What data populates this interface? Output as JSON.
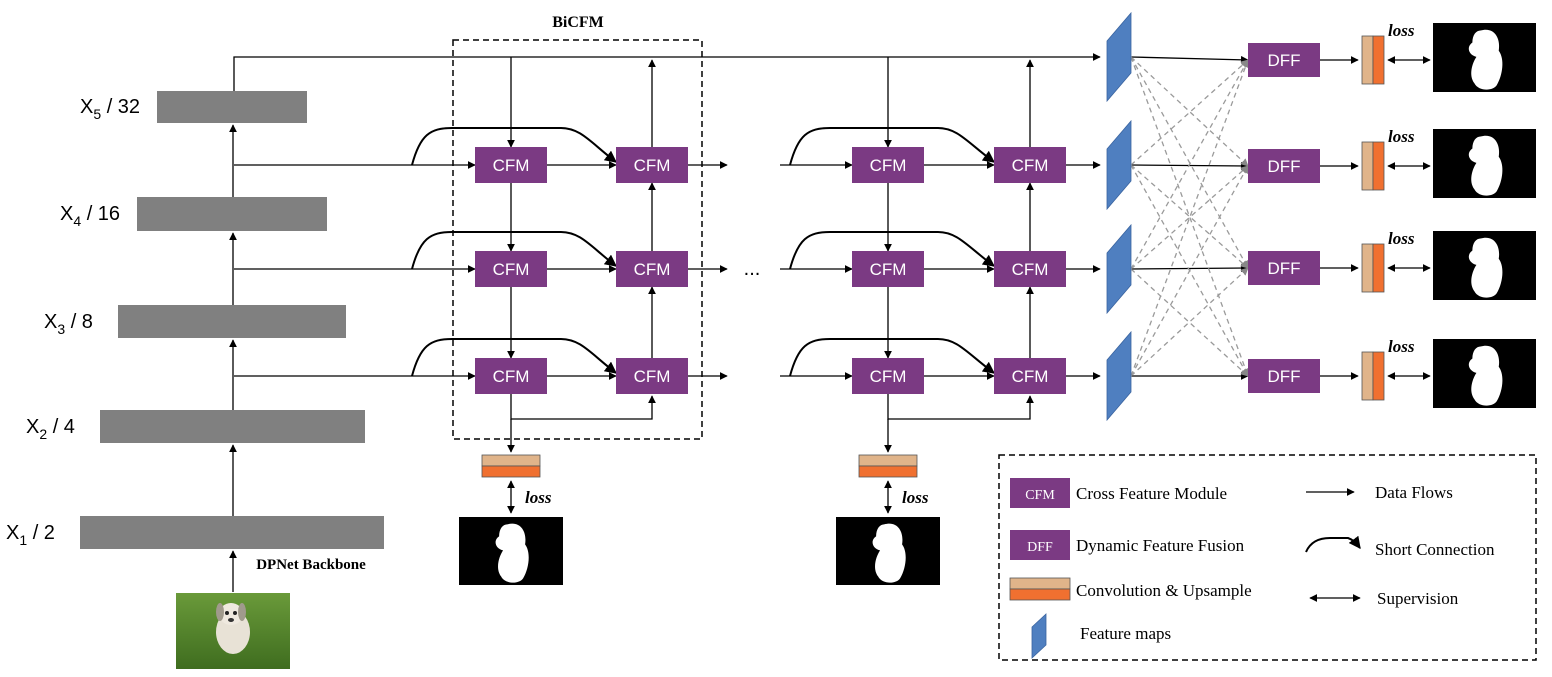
{
  "backbone": {
    "label": "DPNet Backbone",
    "layers": [
      {
        "base": "X",
        "sub": "5",
        "suffix": " / 32"
      },
      {
        "base": "X",
        "sub": "4",
        "suffix": " / 16"
      },
      {
        "base": "X",
        "sub": "3",
        "suffix": " / 8"
      },
      {
        "base": "X",
        "sub": "2",
        "suffix": " / 4"
      },
      {
        "base": "X",
        "sub": "1",
        "suffix": " / 2"
      }
    ]
  },
  "bicfm": {
    "title": "BiCFM"
  },
  "blocks": {
    "cfm": "CFM",
    "dff": "DFF"
  },
  "ellipsis": "...",
  "loss": "loss",
  "legend": {
    "items": [
      {
        "box": "CFM",
        "text": "Cross Feature Module"
      },
      {
        "box": "DFF",
        "text": "Dynamic Feature Fusion"
      },
      {
        "text": "Convolution & Upsample"
      },
      {
        "text": "Feature maps"
      }
    ],
    "arrows": [
      {
        "text": "Data Flows"
      },
      {
        "text": "Short Connection"
      },
      {
        "text": "Supervision"
      }
    ]
  },
  "colors": {
    "cfm": "#7b3a83",
    "backbone": "#808080",
    "feature_map": "#4f7fc0",
    "conv_top": "#e0b48a",
    "conv_bottom": "#f07030",
    "dashed": "#9a9a9a"
  }
}
